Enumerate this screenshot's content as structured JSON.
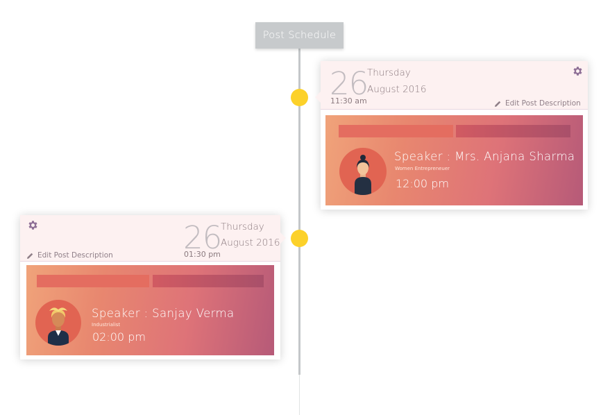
{
  "timeline": {
    "header": "Post Schedule"
  },
  "events": [
    {
      "day": "26",
      "weekday": "Thursday",
      "month_year": "August 2016",
      "post_time": "11:30 am",
      "edit_label": "Edit Post Description",
      "speaker": "Speaker : Mrs. Anjana Sharma",
      "role": "Women Entrepreneuer",
      "event_time": "12:00 pm"
    },
    {
      "day": "26",
      "weekday": "Thursday",
      "month_year": "August 2016",
      "post_time": "01:30 pm",
      "edit_label": "Edit Post Description",
      "speaker": "Speaker : Sanjay Verma",
      "role": "Industrialist",
      "event_time": "02:00 pm"
    }
  ],
  "icons": {
    "settings": "gear-icon",
    "edit": "pencil-icon"
  },
  "colors": {
    "accent_dot": "#fcd12a",
    "gear": "#8e6f96",
    "header_bg": "#c7cacc"
  }
}
